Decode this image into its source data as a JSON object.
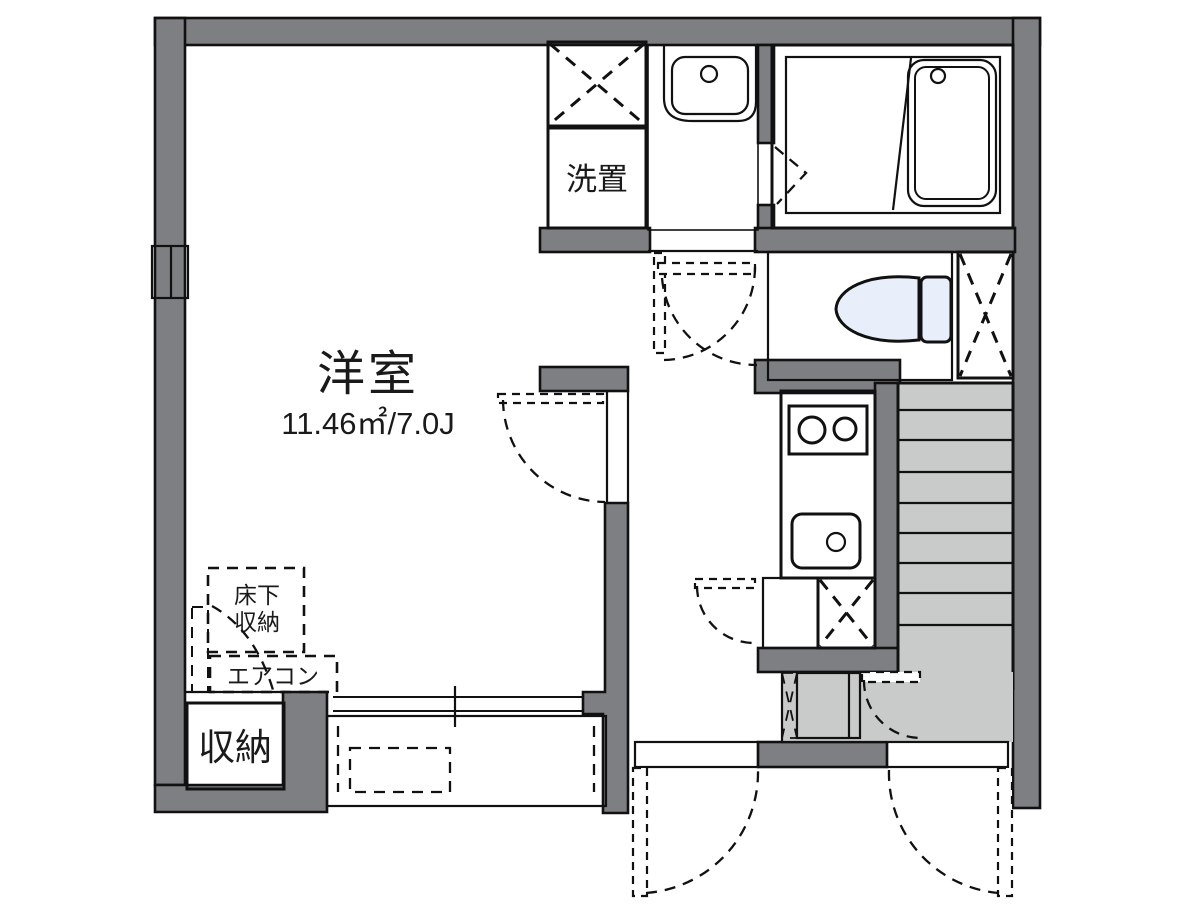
{
  "floorplan": {
    "rooms": {
      "main_room": {
        "label": "洋室",
        "area": "11.46㎡/7.0J"
      },
      "washer_space": {
        "label": "洗置"
      },
      "underfloor_storage": {
        "line1": "床下",
        "line2": "収納"
      },
      "aircon": {
        "label": "エアコン"
      },
      "closet": {
        "label": "収納"
      }
    },
    "colors": {
      "wall_gray": "#7d7f82",
      "room_blue": "#e8effb",
      "floor_gray": "#c9cbca",
      "storage_cream": "#faf3de",
      "line_black": "#111111"
    }
  }
}
